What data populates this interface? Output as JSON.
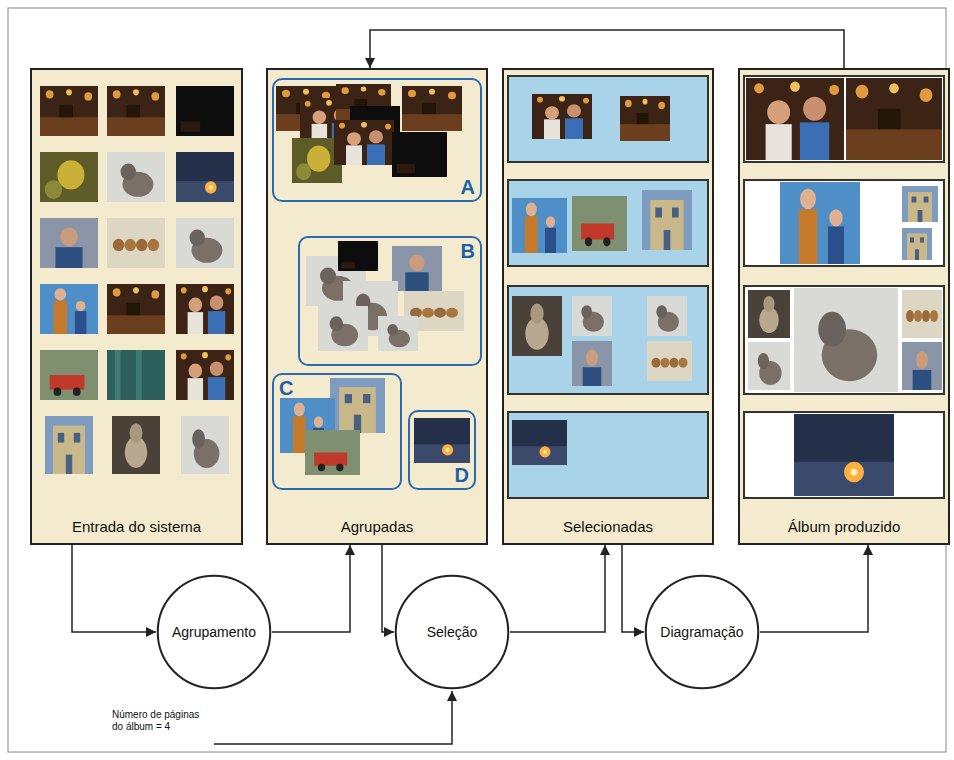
{
  "diagram": {
    "nodes": [
      {
        "text": [
          "Entrada do sistema"
        ]
      },
      {
        "text": [
          "Agrupadas"
        ]
      },
      {
        "text": [
          "A"
        ],
        "in": 1
      },
      {
        "text": [
          "B"
        ],
        "in": 1
      },
      {
        "text": [
          "C"
        ],
        "in": 1
      },
      {
        "text": [
          "D"
        ],
        "in": 1
      },
      {
        "text": [
          "Selecionadas"
        ]
      },
      {
        "text": [
          "Álbum produzido"
        ]
      },
      {
        "text": [
          "Agrupamento"
        ]
      },
      {
        "text": [
          "Seleção"
        ]
      },
      {
        "text": [
          "Diagramação"
        ]
      }
    ],
    "edges": [
      {
        "from": 0,
        "to": 8,
        "arrow": "to"
      },
      {
        "from": 8,
        "to": 1,
        "arrow": "to"
      },
      {
        "from": 1,
        "to": 9,
        "arrow": "to"
      },
      {
        "from": 9,
        "to": 6,
        "arrow": "to"
      },
      {
        "from": 6,
        "to": 10,
        "arrow": "to"
      },
      {
        "from": 10,
        "to": 7,
        "arrow": "to"
      },
      {
        "from": 7,
        "to": 1,
        "arrow": "to"
      }
    ],
    "labels": [
      "Número de páginas do álbum = 4"
    ]
  }
}
